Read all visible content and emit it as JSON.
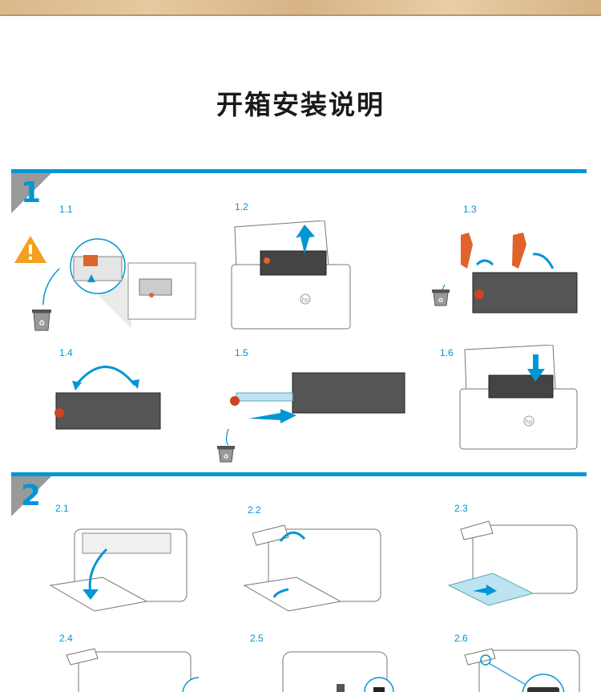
{
  "header": {
    "title": "开箱安装说明"
  },
  "sections": [
    {
      "number": "1",
      "steps": [
        "1.1",
        "1.2",
        "1.3",
        "1.4",
        "1.5",
        "1.6"
      ]
    },
    {
      "number": "2",
      "steps": [
        "2.1",
        "2.2",
        "2.3",
        "2.4",
        "2.5",
        "2.6"
      ]
    }
  ],
  "colors": {
    "accent": "#0096d6",
    "tape": "#e0632b",
    "warning": "#f3a020"
  },
  "icons": [
    "warning-icon",
    "recycle-bin-icon",
    "hp-logo-icon"
  ]
}
